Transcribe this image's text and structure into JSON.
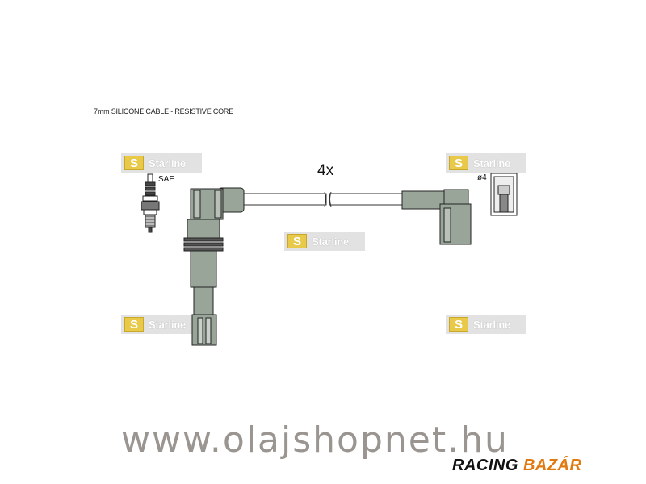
{
  "caption": "7mm SILICONE CABLE - RESISTIVE CORE",
  "quantity": "4x",
  "spark_plug_label": "SAE",
  "terminal_label": "ø4",
  "logo": {
    "mark": "S",
    "word": "Starline"
  },
  "website": "www.olajshopnet.hu",
  "brand": {
    "part1": "RACING",
    "part2": "BAZÁR"
  }
}
